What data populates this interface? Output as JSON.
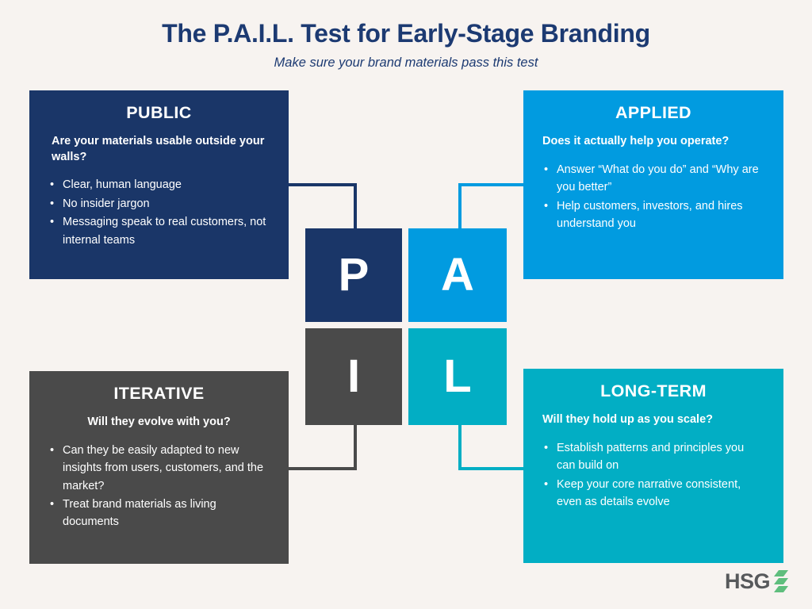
{
  "header": {
    "title": "The P.A.I.L. Test for Early-Stage Branding",
    "subtitle": "Make sure your brand materials pass this test"
  },
  "colors": {
    "background": "#F7F3F0",
    "navy": "#1A3668",
    "blue": "#019BE0",
    "gray": "#4A4A4A",
    "teal": "#02AEC4",
    "title_text": "#1C3A72",
    "logo_text": "#57595B",
    "logo_mark": "#5FBE7D"
  },
  "quadrants": [
    {
      "letter": "P",
      "title": "PUBLIC",
      "question": "Are your materials usable outside your walls?",
      "bullets": [
        "Clear, human language",
        "No insider jargon",
        "Messaging speak to real customers, not internal teams"
      ]
    },
    {
      "letter": "A",
      "title": "APPLIED",
      "question": "Does it actually help you operate?",
      "bullets": [
        "Answer “What do you do” and “Why are you better”",
        "Help customers, investors, and hires understand you"
      ]
    },
    {
      "letter": "I",
      "title": "ITERATIVE",
      "question": "Will they evolve with you?",
      "bullets": [
        "Can they be easily adapted to new insights from users, customers, and the market?",
        "Treat brand materials as living documents"
      ]
    },
    {
      "letter": "L",
      "title": "LONG-TERM",
      "question": "Will they hold up as you scale?",
      "bullets": [
        "Establish patterns and principles you can build on",
        "Keep your core narrative consistent, even as details evolve"
      ]
    }
  ],
  "logo": {
    "text": "HSG",
    "mark": "three-slash-mark"
  }
}
